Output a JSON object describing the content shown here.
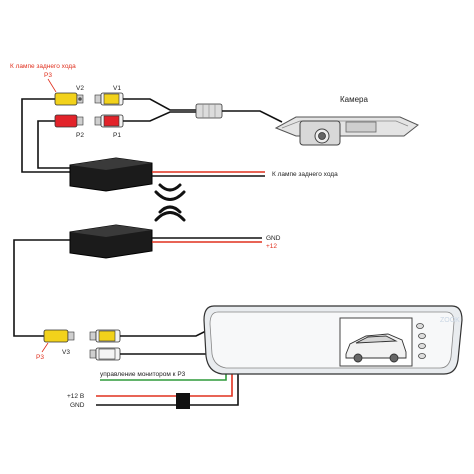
{
  "labels": {
    "reverse_lamp_top": "К лампе заднего хода",
    "p3_top": "P3",
    "v2": "V2",
    "v1": "V1",
    "p2": "P2",
    "p1": "P1",
    "camera": "Камера",
    "reverse_lamp_mid": "К лампе заднего хода",
    "gnd_mid": "GND",
    "plus12_mid": "+12",
    "v3": "V3",
    "p3_bottom": "P3",
    "monitor_control": "управление монитором к P3",
    "plus12_bottom": "+12 В",
    "gnd_bottom": "GND",
    "watermark": "ZOOK"
  },
  "colors": {
    "red_label": "#e0301e",
    "yellow_rca": "#f2d21b",
    "red_rca": "#e2232a",
    "white_rca": "#f4f4f4",
    "module": "#1b1b1b",
    "wire_red": "#e0301e",
    "wire_green": "#2e9a3a",
    "mirror": "#e9ecef"
  },
  "icons": [
    "wireless-signal-icon",
    "car-icon",
    "camera-module-icon"
  ]
}
